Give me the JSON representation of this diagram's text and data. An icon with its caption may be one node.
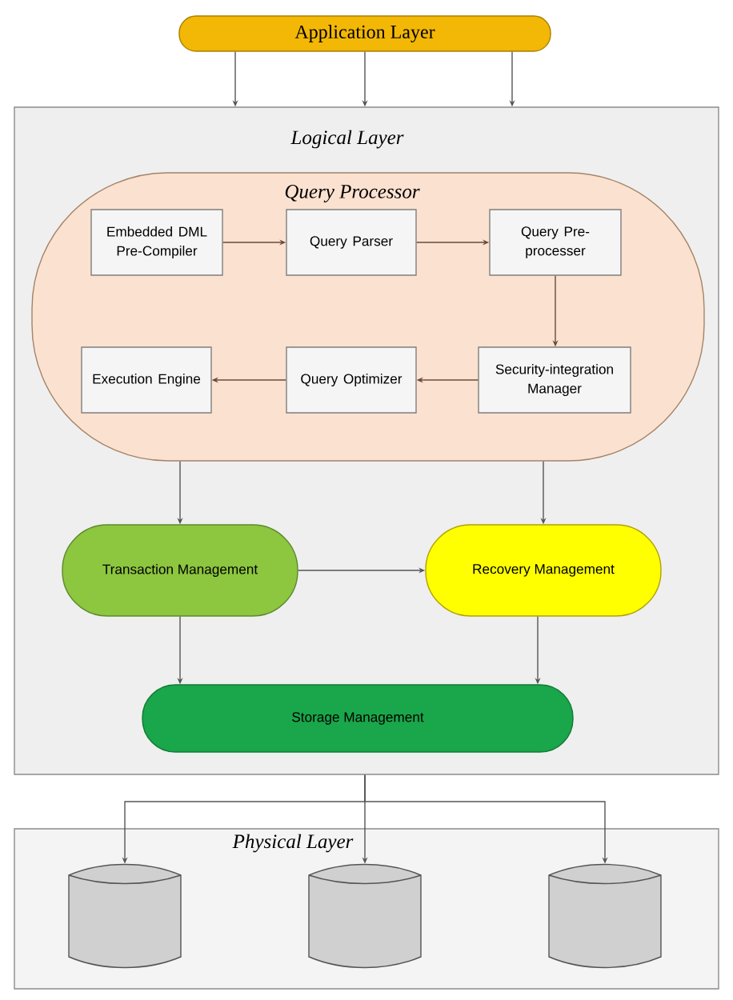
{
  "diagram": {
    "nodes": [
      {
        "text": [
          "Application Layer"
        ]
      },
      {
        "text": [
          "Logical Layer"
        ]
      },
      {
        "text": [
          "Query Processor"
        ],
        "in": 1
      },
      {
        "text": [
          "Embedded DML Pre-Compiler"
        ],
        "in": 2
      },
      {
        "text": [
          "Query Parser"
        ],
        "in": 2
      },
      {
        "text": [
          "Query Pre-processer"
        ],
        "in": 2
      },
      {
        "text": [
          "Security-integration Manager"
        ],
        "in": 2
      },
      {
        "text": [
          "Query Optimizer"
        ],
        "in": 2
      },
      {
        "text": [
          "Execution Engine"
        ],
        "in": 2
      },
      {
        "text": [
          "Transaction Management"
        ],
        "in": 1
      },
      {
        "text": [
          "Recovery Management"
        ],
        "in": 1
      },
      {
        "text": [
          "Storage Management"
        ],
        "in": 1
      },
      {
        "text": [
          "Physical Layer"
        ]
      },
      {
        "text": [],
        "shape": "cylinder",
        "in": 12
      },
      {
        "text": [],
        "shape": "cylinder",
        "in": 12
      },
      {
        "text": [],
        "shape": "cylinder",
        "in": 12
      }
    ],
    "edges": [
      {
        "from": 0,
        "to": 1,
        "arrow": "to"
      },
      {
        "from": 0,
        "to": 1,
        "arrow": "to"
      },
      {
        "from": 0,
        "to": 1,
        "arrow": "to"
      },
      {
        "from": 3,
        "to": 4,
        "arrow": "to",
        "color": "#6b4a3a"
      },
      {
        "from": 4,
        "to": 5,
        "arrow": "to",
        "color": "#6b4a3a"
      },
      {
        "from": 5,
        "to": 6,
        "arrow": "to",
        "color": "#6b4a3a"
      },
      {
        "from": 6,
        "to": 7,
        "arrow": "to",
        "color": "#6b4a3a"
      },
      {
        "from": 7,
        "to": 8,
        "arrow": "to",
        "color": "#6b4a3a"
      },
      {
        "from": 2,
        "to": 9,
        "arrow": "to"
      },
      {
        "from": 2,
        "to": 10,
        "arrow": "to"
      },
      {
        "from": 9,
        "to": 10,
        "arrow": "to"
      },
      {
        "from": 9,
        "to": 11,
        "arrow": "to"
      },
      {
        "from": 10,
        "to": 11,
        "arrow": "to"
      },
      {
        "from": 1,
        "to": 13,
        "arrow": "to"
      },
      {
        "from": 1,
        "to": 14,
        "arrow": "to"
      },
      {
        "from": 1,
        "to": 15,
        "arrow": "to"
      }
    ]
  }
}
